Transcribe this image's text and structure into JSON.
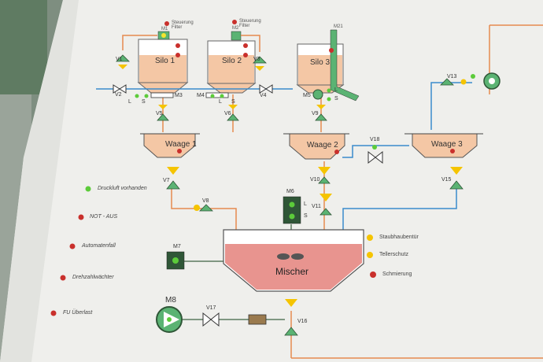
{
  "panel": {
    "silos": [
      {
        "name": "Silo 1",
        "motor": "M1",
        "sensor_text": "Steuerung Filter"
      },
      {
        "name": "Silo 2",
        "motor": "M2",
        "sensor_text": "Steuerung Filter"
      },
      {
        "name": "Silo 3",
        "motor": "M21"
      }
    ],
    "scales": [
      "Waage 1",
      "Waage 2",
      "Waage 3"
    ],
    "mixer": "Mischer",
    "valves": {
      "v1": "V1",
      "v2": "V2",
      "v3": "V3",
      "v4": "V4",
      "v5": "V5",
      "v6": "V6",
      "v7": "V7",
      "v8": "V8",
      "v9": "V9",
      "v10": "V10",
      "v11": "V11",
      "v13": "V13",
      "v15": "V15",
      "v16": "V16",
      "v17": "V17",
      "v18": "V18"
    },
    "motors": {
      "m3": "M3",
      "m4": "M4",
      "m5": "M5",
      "m6": "M6",
      "m7": "M7",
      "m8": "M8"
    },
    "level_labels": {
      "l": "L",
      "s": "S"
    },
    "legend_left": [
      "Druckluft vorhanden",
      "NOT - AUS",
      "Automatenfall",
      "Drehzahlwächter",
      "FU Überlast"
    ],
    "legend_right": [
      "Staubhaubentür",
      "Tellerschutz",
      "Schmierung"
    ],
    "colors": {
      "pipe_orange": "#e58a4f",
      "pipe_blue": "#3a8ccb",
      "material": "#f4c7a5",
      "mixer_fill": "#e8948f",
      "valve_green": "#5bb373",
      "lamp_yellow": "#f5c400",
      "lamp_red": "#c9302c",
      "lamp_green": "#5ccb3a"
    }
  }
}
